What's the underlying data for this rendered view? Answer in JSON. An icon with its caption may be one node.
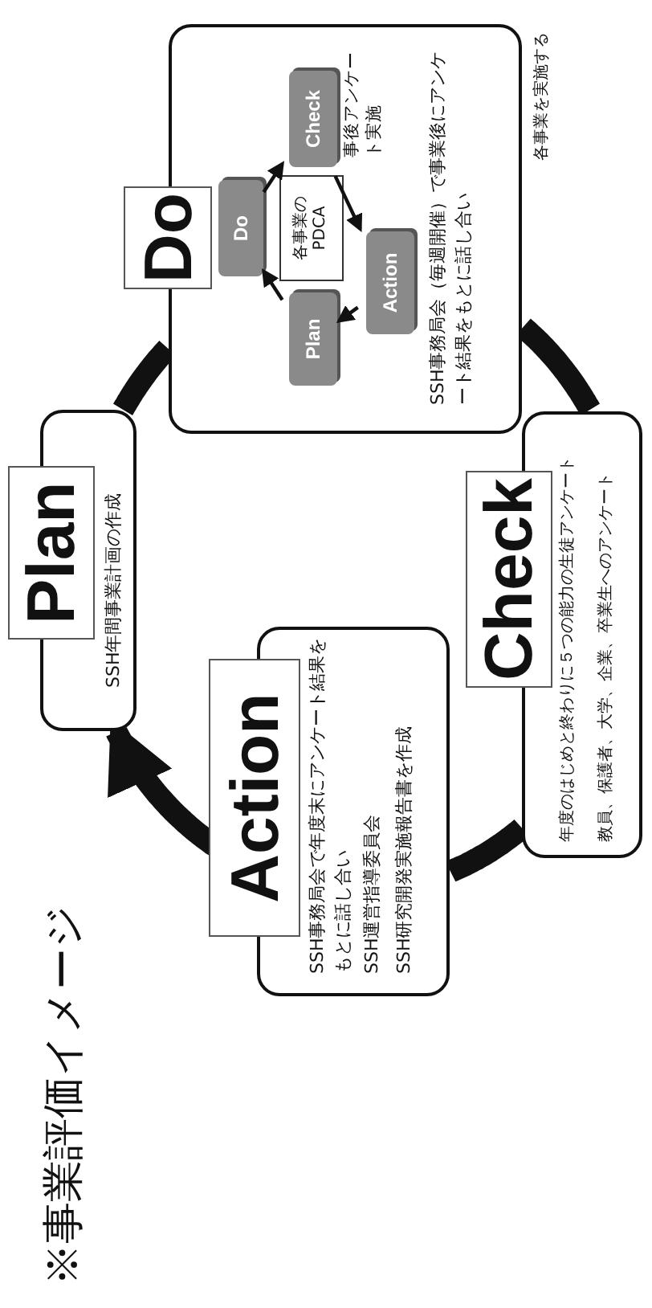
{
  "diagram": {
    "title": "※事業評価イメージ",
    "nodes": [
      {
        "text": [
          "Plan",
          "SSH年間事業計画の作成"
        ]
      },
      {
        "text": [
          "Do",
          "SSH事務局会（毎週開催）で事業後にアンケート結果をもとに話し合い"
        ],
        "beside": [
          "各事業を実施する"
        ]
      },
      {
        "text": [
          "Check",
          "年度のはじめと終わりに５つの能力の生徒アンケート",
          "教員、保護者、大学、企業、卒業生へのアンケート"
        ]
      },
      {
        "text": [
          "Action",
          "SSH事務局会で年度末にアンケート結果をもとに話し合い",
          "SSH運営指導委員会",
          "SSH研究開発実施報告書を作成"
        ]
      },
      {
        "text": [
          "各事業のPDCA"
        ],
        "in": 1
      },
      {
        "text": [
          "Plan"
        ],
        "in": 1
      },
      {
        "text": [
          "Do"
        ],
        "in": 1
      },
      {
        "text": [
          "Check"
        ],
        "in": 1
      },
      {
        "text": [
          "Action"
        ],
        "in": 1
      }
    ],
    "edges": [
      {
        "from": 0,
        "to": 1,
        "arrow": "none",
        "style": "thick"
      },
      {
        "from": 1,
        "to": 2,
        "arrow": "none",
        "style": "thick"
      },
      {
        "from": 2,
        "to": 3,
        "arrow": "none",
        "style": "thick"
      },
      {
        "from": 3,
        "to": 0,
        "arrow": "to",
        "style": "thick"
      },
      {
        "from": 5,
        "to": 6,
        "arrow": "to"
      },
      {
        "from": 6,
        "to": 7,
        "arrow": "to"
      },
      {
        "from": 7,
        "to": 8,
        "arrow": "to",
        "label": "事後アンケート実施"
      },
      {
        "from": 8,
        "to": 5,
        "arrow": "to"
      }
    ]
  }
}
